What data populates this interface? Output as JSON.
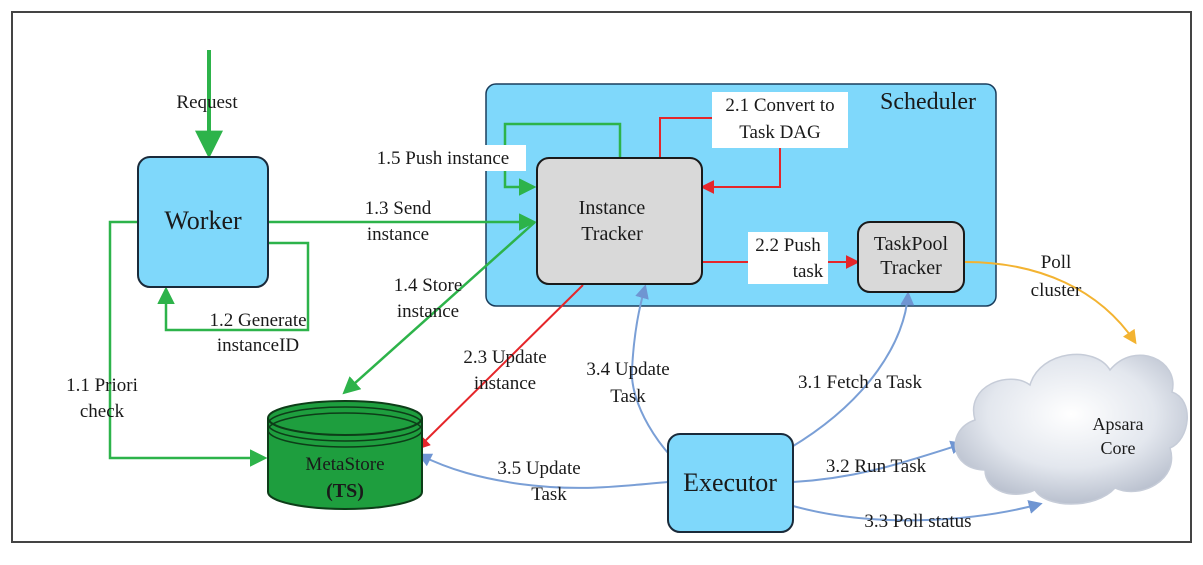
{
  "diagram": {
    "scheduler_label": "Scheduler",
    "nodes": {
      "worker": "Worker",
      "instance_tracker": [
        "Instance",
        "Tracker"
      ],
      "taskpool_tracker": [
        "TaskPool",
        "Tracker"
      ],
      "metastore": [
        "MetaStore",
        "(TS)"
      ],
      "executor": "Executor",
      "apsara_core": [
        "Apsara",
        "Core"
      ]
    },
    "edges": {
      "request": [
        "Request"
      ],
      "e1_1": [
        "1.1 Priori",
        "check"
      ],
      "e1_2": [
        "1.2 Generate",
        "instanceID"
      ],
      "e1_3": [
        "1.3 Send",
        "instance"
      ],
      "e1_4": [
        "1.4 Store",
        "instance"
      ],
      "e1_5": [
        "1.5 Push instance"
      ],
      "e2_1": [
        "2.1 Convert to",
        "Task DAG"
      ],
      "e2_2": [
        "2.2 Push",
        "task"
      ],
      "e2_3": [
        "2.3 Update",
        "instance"
      ],
      "poll_cluster": [
        "Poll",
        "cluster"
      ],
      "e3_1": [
        "3.1 Fetch a Task"
      ],
      "e3_2": [
        "3.2 Run Task"
      ],
      "e3_3": [
        "3.3 Poll status"
      ],
      "e3_4": [
        "3.4 Update",
        "Task"
      ],
      "e3_5": [
        "3.5 Update",
        "Task"
      ]
    },
    "colors": {
      "green": "#2db34a",
      "red": "#e5262a",
      "blue": "#7a9fd6",
      "orange": "#f3b331",
      "box_blue": "#7fd8fb",
      "box_gray": "#d9d9d9",
      "db_green": "#1e9e3e"
    }
  }
}
